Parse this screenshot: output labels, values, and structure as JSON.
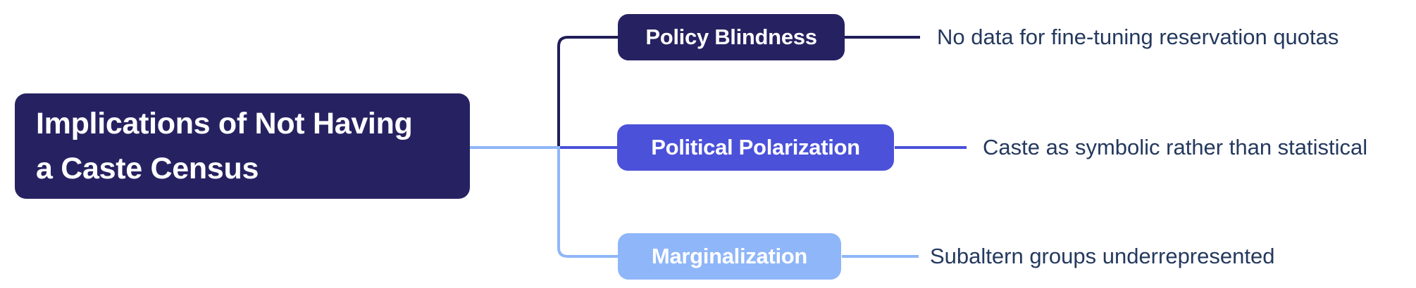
{
  "canvas": {
    "background": "#ffffff"
  },
  "root": {
    "label_lines": [
      "Implications of Not Having",
      "a Caste Census"
    ],
    "full_label": "Implications of Not Having a Caste Census",
    "node_color": "#262262",
    "text_color": "#ffffff"
  },
  "branches": [
    {
      "label": "Policy Blindness",
      "annotation": "No data for fine-tuning reservation quotas",
      "node_color": "#262262",
      "line_color": "#201d58",
      "text_color": "#ffffff"
    },
    {
      "label": "Political Polarization",
      "annotation": "Caste as symbolic rather than statistical",
      "node_color": "#4b51d9",
      "line_color": "#4b51d9",
      "text_color": "#ffffff"
    },
    {
      "label": "Marginalization",
      "annotation": "Subaltern groups underrepresented",
      "node_color": "#8fb6f8",
      "line_color": "#8fb6f8",
      "text_color": "#ffffff"
    }
  ],
  "trunk_color": "#8fb6f8",
  "annotation_text_color": "#24395e"
}
